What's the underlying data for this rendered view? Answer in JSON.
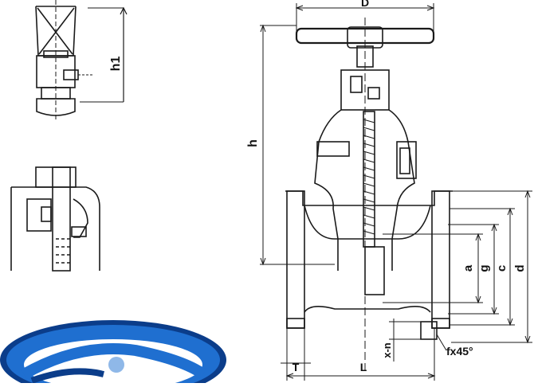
{
  "colors": {
    "line": "#1a1a1a",
    "fill": "#ffffff",
    "handwheel_blue": "#1f6fd0",
    "handwheel_dark": "#0b3d8a"
  },
  "dimensions": {
    "D": "D",
    "h1": "h1",
    "h": "h",
    "a": "a",
    "g": "g",
    "c": "c",
    "d": "d",
    "x_n": "x-n",
    "f_chamfer": "fx45°",
    "T": "T",
    "L": "L"
  },
  "images": {
    "handwheel_photo": "blue-handwheel"
  }
}
